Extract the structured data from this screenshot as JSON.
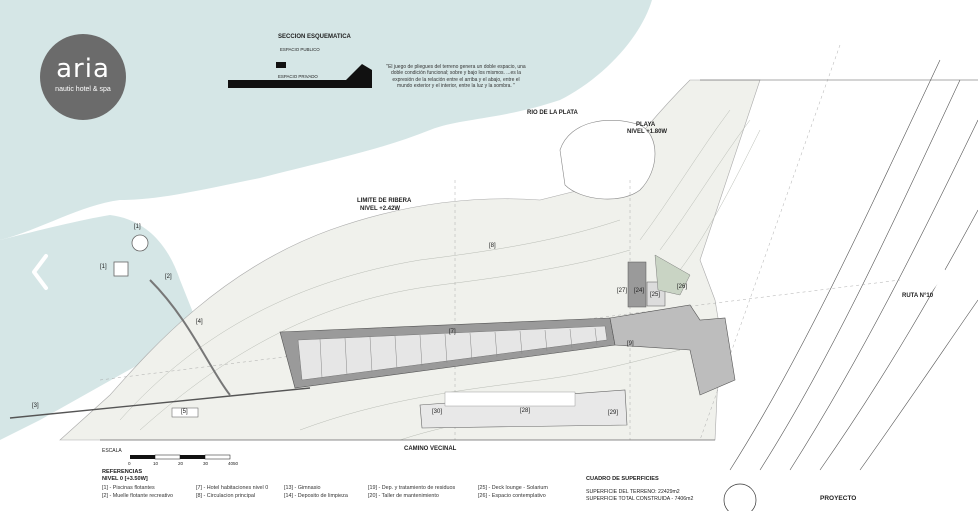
{
  "logo": {
    "name": "aria",
    "subtitle": "nautic hotel & spa"
  },
  "section": {
    "title": "SECCION ESQUEMATICA",
    "public_label": "ESPACIO PUBLICO",
    "private_label": "ESPACIO PRIVADO"
  },
  "quote": "\"El juego de pliegues del terreno genera un doble espacio, una doble condición funcional; sobre y bajo los mismos. ...es la expresión de la relación entre el arriba y el abajo, entre el mundo exterior y el interior, entre la luz y la sombra. \"",
  "labels": {
    "rio": "RIO DE LA PLATA",
    "playa": "PLAYA",
    "playa_nivel": "NIVEL +1.80W",
    "limite": "LIMITE DE RIBERA",
    "limite_nivel": "NIVEL +2.42W",
    "ruta": "RUTA N°10",
    "camino": "CAMINO VECINAL"
  },
  "tags": {
    "t1a": "[1]",
    "t1b": "[1]",
    "t2": "[2]",
    "t3": "[3]",
    "t4": "[4]",
    "t5": "[5]",
    "t7": "[7]",
    "t8": "[8]",
    "t9": "[9]",
    "t27": "[27]",
    "t24": "[24]",
    "t25": "[25]",
    "t26": "[26]",
    "t28": "[28]",
    "t29": "[29]",
    "t30": "[30]"
  },
  "scale": {
    "label": "ESCALA",
    "ticks": [
      "0",
      "10",
      "20",
      "30",
      "40",
      "50"
    ]
  },
  "references": {
    "title": "REFERENCIAS",
    "level": "NIVEL 0 [+3.50W]",
    "col1": [
      "[1] - Piscinas flotantes",
      "[2] - Muelle flotante recreativo"
    ],
    "col2": [
      "[7] - Hotel habitaciones nivel 0",
      "[8] - Circulacion principal"
    ],
    "col3": [
      "[13] - Gimnasio",
      "[14] - Deposito de limpieza"
    ],
    "col4": [
      "[19] - Dep. y tratamiento de residuos",
      "[20] - Taller de mantenimiento"
    ],
    "col5": [
      "[25] - Deck lounge - Solarium",
      "[26] - Espacio contemplativo"
    ]
  },
  "surfaces": {
    "title": "CUADRO DE SUPERFICIES",
    "terreno": "SUPERFICIE DEL TERRENO: 22429m2",
    "construida": "SUPERFICIE TOTAL CONSTRUIDA - 7406m2"
  },
  "proyecto": "PROYECTO",
  "colors": {
    "water": "#d5e6e6",
    "land": "#f0f1ec",
    "building": "#9a9a9a",
    "logo": "#6b6b6b"
  }
}
